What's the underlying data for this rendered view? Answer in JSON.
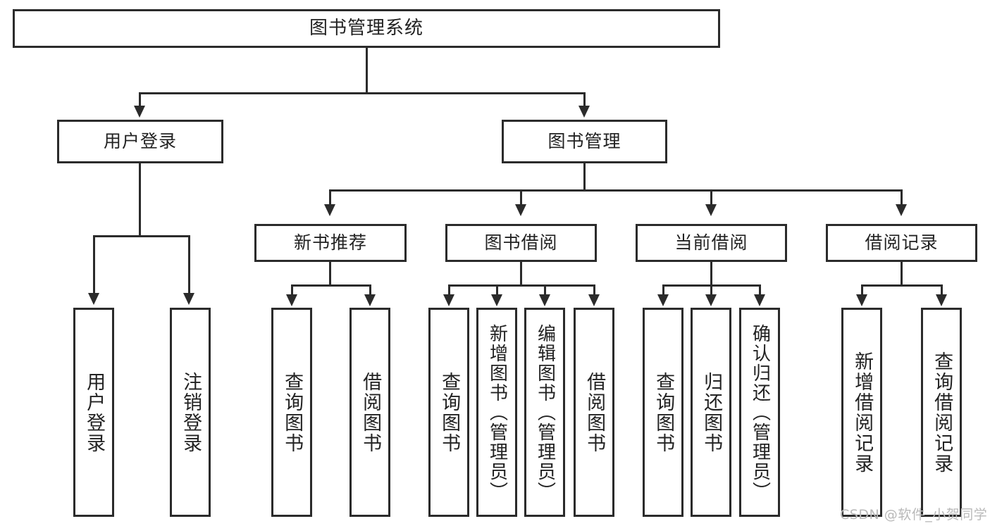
{
  "diagram": {
    "title": "图书管理系统",
    "type": "tree-hierarchy",
    "watermark": "CSDN @软件_小贺同学",
    "colors": {
      "stroke": "#2b2b2b",
      "fill": "#ffffff",
      "text": "#222222",
      "watermark": "#b9b9b9"
    },
    "levels": {
      "root": {
        "label": "图书管理系统"
      },
      "level2": [
        {
          "id": "user-login",
          "label": "用户登录"
        },
        {
          "id": "book-manage",
          "label": "图书管理"
        }
      ],
      "level3": [
        {
          "id": "new-book-recommend",
          "label": "新书推荐"
        },
        {
          "id": "book-borrow",
          "label": "图书借阅"
        },
        {
          "id": "current-borrow",
          "label": "当前借阅"
        },
        {
          "id": "borrow-record",
          "label": "借阅记录"
        }
      ],
      "leaves": {
        "user-login": [
          {
            "id": "leaf-user-login",
            "label": "用户登录"
          },
          {
            "id": "leaf-logout",
            "label": "注销登录"
          }
        ],
        "new-book-recommend": [
          {
            "id": "leaf-query-book-1",
            "label": "查询图书"
          },
          {
            "id": "leaf-borrow-book-1",
            "label": "借阅图书"
          }
        ],
        "book-borrow": [
          {
            "id": "leaf-query-book-2",
            "label": "查询图书"
          },
          {
            "id": "leaf-add-book",
            "label": "新增图书（管理员）"
          },
          {
            "id": "leaf-edit-book",
            "label": "编辑图书（管理员）"
          },
          {
            "id": "leaf-borrow-book-2",
            "label": "借阅图书"
          }
        ],
        "current-borrow": [
          {
            "id": "leaf-query-book-3",
            "label": "查询图书"
          },
          {
            "id": "leaf-return-book",
            "label": "归还图书"
          },
          {
            "id": "leaf-confirm-return",
            "label": "确认归还（管理员）"
          }
        ],
        "borrow-record": [
          {
            "id": "leaf-add-record",
            "label": "新增借阅记录"
          },
          {
            "id": "leaf-query-record",
            "label": "查询借阅记录"
          }
        ]
      }
    }
  }
}
